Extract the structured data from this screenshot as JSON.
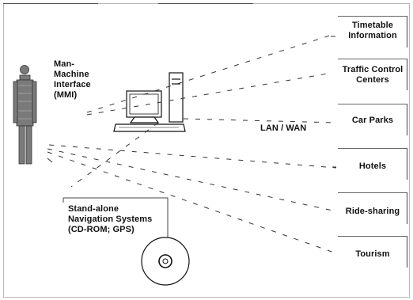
{
  "mmi_label": [
    "Man-",
    "Machine",
    "Interface",
    "(MMI)"
  ],
  "network_label": "LAN / WAN",
  "destinations": [
    {
      "id": "timetable",
      "lines": [
        "Timetable",
        "Information"
      ]
    },
    {
      "id": "traffic",
      "lines": [
        "Traffic Control",
        "Centers"
      ]
    },
    {
      "id": "carparks",
      "lines": [
        "Car Parks"
      ]
    },
    {
      "id": "hotels",
      "lines": [
        "Hotels"
      ]
    },
    {
      "id": "ridesharing",
      "lines": [
        "Ride-sharing"
      ]
    },
    {
      "id": "tourism",
      "lines": [
        "Tourism"
      ]
    }
  ],
  "standalone_label": [
    "Stand-alone",
    "Navigation Systems",
    "(CD-ROM; GPS)"
  ],
  "colors": {
    "ink": "#111111",
    "line": "#333333",
    "frame": "#b8b8b8"
  }
}
